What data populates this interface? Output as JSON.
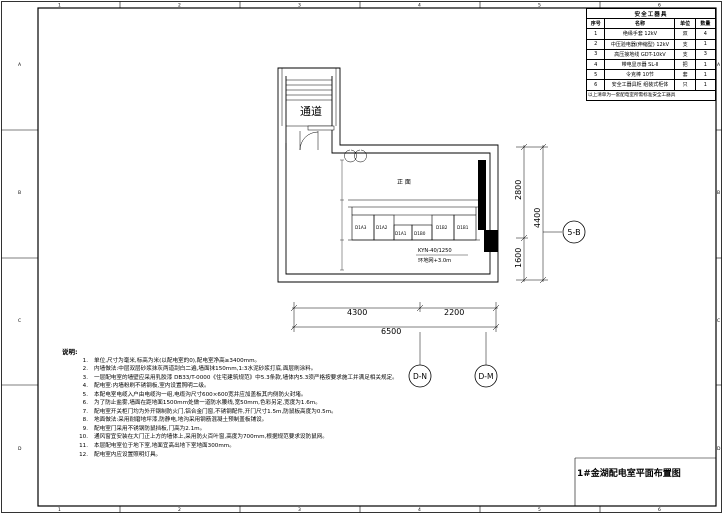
{
  "border": {
    "col_markers": [
      "1",
      "2",
      "3",
      "4",
      "5",
      "6"
    ],
    "row_markers": [
      "A",
      "B",
      "C",
      "D"
    ]
  },
  "table": {
    "caption": "安全工器具",
    "headers": [
      "序号",
      "名称",
      "单位",
      "数量"
    ],
    "rows": [
      [
        "1",
        "绝缘手套 12kV",
        "双",
        "4"
      ],
      [
        "2",
        "中压验电器(伸缩型) 12kV",
        "支",
        "1"
      ],
      [
        "3",
        "高压接地线 GDT-10kV",
        "支",
        "3"
      ],
      [
        "4",
        "带电显示器 SL-Ⅱ",
        "把",
        "1"
      ],
      [
        "5",
        "令克棒 10节",
        "套",
        "1"
      ],
      [
        "6",
        "安全工器具柜 组装式柜体",
        "只",
        "1"
      ]
    ],
    "footer": "以上清单为一套配电室所需标准安全工器具"
  },
  "plan": {
    "passage_label": "通道",
    "cabinet_row_label": "正  面",
    "cabinets": [
      "D1A3",
      "D1A2",
      "D1A1",
      "D1B0",
      "D1B2",
      "D1B1"
    ],
    "spec_line": "KYN-40/1250",
    "ground_line": "环地网+3.0m",
    "dims": {
      "d4300": "4300",
      "d2200": "2200",
      "d6500": "6500",
      "d2800": "2800",
      "d1600": "1600",
      "d4400": "4400"
    },
    "axes": [
      "5-B",
      "D-N",
      "D-M"
    ]
  },
  "notes": {
    "heading": "说明:",
    "items": [
      {
        "n": "1.",
        "text": "单位,尺寸为毫米,标高为米(以配电室的0),配电室净高≥3400mm。"
      },
      {
        "n": "2.",
        "text": "内墙做法:中层双层砂浆抹灰两道刮白二遍,墙面抹150mm,1:3水泥砂浆打底,面层刷涂料。"
      },
      {
        "n": "3.",
        "text": "一层配电室的墙壁应采用乳胶漆 DB33/T-0000《住宅建筑规范》中5.3条款,墙体内5.3须严格按要求施工并满足相关规定。"
      },
      {
        "n": "4.",
        "text": "配电室:内墙粉刷不锈钢板,室内设置照明二级。"
      },
      {
        "n": "5.",
        "text": "本配电室电缆入户由电缆沟一组,电缆沟尺寸600×600宽并应加盖板其内侧防火封堵。"
      },
      {
        "n": "6.",
        "text": "为了防止盐雾,墙面在距地面1500mm处做一道防水腰线,宽50mm,色彩另定,宽度为1.6m。"
      },
      {
        "n": "7.",
        "text": "配电室开关柜门均为外开钢制防火门,铝合金门窗,不锈钢配件,开门尺寸1.5m,防鼠板高度为0.5m。"
      },
      {
        "n": "8.",
        "text": "地面做法:采用耐磨地坪漆,防静电,地沟采用钢筋混凝土预制盖板铺设。"
      },
      {
        "n": "9.",
        "text": "配电室门采用不锈钢防鼠挡板,门高为2.1m。"
      },
      {
        "n": "10.",
        "text": "通风窗宜安装在大门正上方的墙体上,采用防火百叶窗,高度为700mm,根据规范要求设防鼠网。"
      },
      {
        "n": "11.",
        "text": "本层配电室位于地下室,地面宜高出地下室地面300mm。"
      },
      {
        "n": "12.",
        "text": "配电室内应设置照明灯具。"
      }
    ]
  },
  "title_block": {
    "drawing_title": "1#金湖配电室平面布置图"
  }
}
